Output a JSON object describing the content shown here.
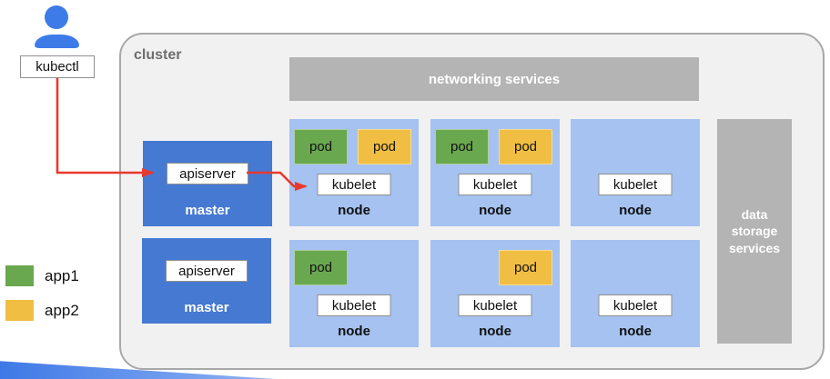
{
  "colors": {
    "master_blue": "#4679D2",
    "node_blue": "#A5C2F0",
    "pod_green": "#6AA84F",
    "pod_yellow": "#F0BE42",
    "bar_gray": "#B4B4B4",
    "cluster_bg": "#F1F1F2",
    "arrow_red": "#E8392E",
    "user_blue": "#3D7BE8"
  },
  "user": {
    "label": "kubectl"
  },
  "cluster": {
    "title": "cluster",
    "networking_bar": {
      "label": "networking services"
    },
    "storage_bar": {
      "label": "data storage services"
    },
    "masters": [
      {
        "apiserver_label": "apiserver",
        "label": "master"
      },
      {
        "apiserver_label": "apiserver",
        "label": "master"
      }
    ],
    "nodes": [
      {
        "label": "node",
        "kubelet_label": "kubelet",
        "pods": [
          {
            "label": "pod",
            "app": "app1",
            "color": "#6AA84F"
          },
          {
            "label": "pod",
            "app": "app2",
            "color": "#F0BE42"
          }
        ]
      },
      {
        "label": "node",
        "kubelet_label": "kubelet",
        "pods": [
          {
            "label": "pod",
            "app": "app1",
            "color": "#6AA84F"
          },
          {
            "label": "pod",
            "app": "app2",
            "color": "#F0BE42"
          }
        ]
      },
      {
        "label": "node",
        "kubelet_label": "kubelet",
        "pods": []
      },
      {
        "label": "node",
        "kubelet_label": "kubelet",
        "pods": [
          {
            "label": "pod",
            "app": "app1",
            "color": "#6AA84F"
          }
        ]
      },
      {
        "label": "node",
        "kubelet_label": "kubelet",
        "pods": [
          {
            "label": "pod",
            "app": "app2",
            "color": "#F0BE42"
          }
        ]
      },
      {
        "label": "node",
        "kubelet_label": "kubelet",
        "pods": []
      }
    ]
  },
  "legend": {
    "items": [
      {
        "label": "app1",
        "color": "#6AA84F"
      },
      {
        "label": "app2",
        "color": "#F0BE42"
      }
    ]
  }
}
